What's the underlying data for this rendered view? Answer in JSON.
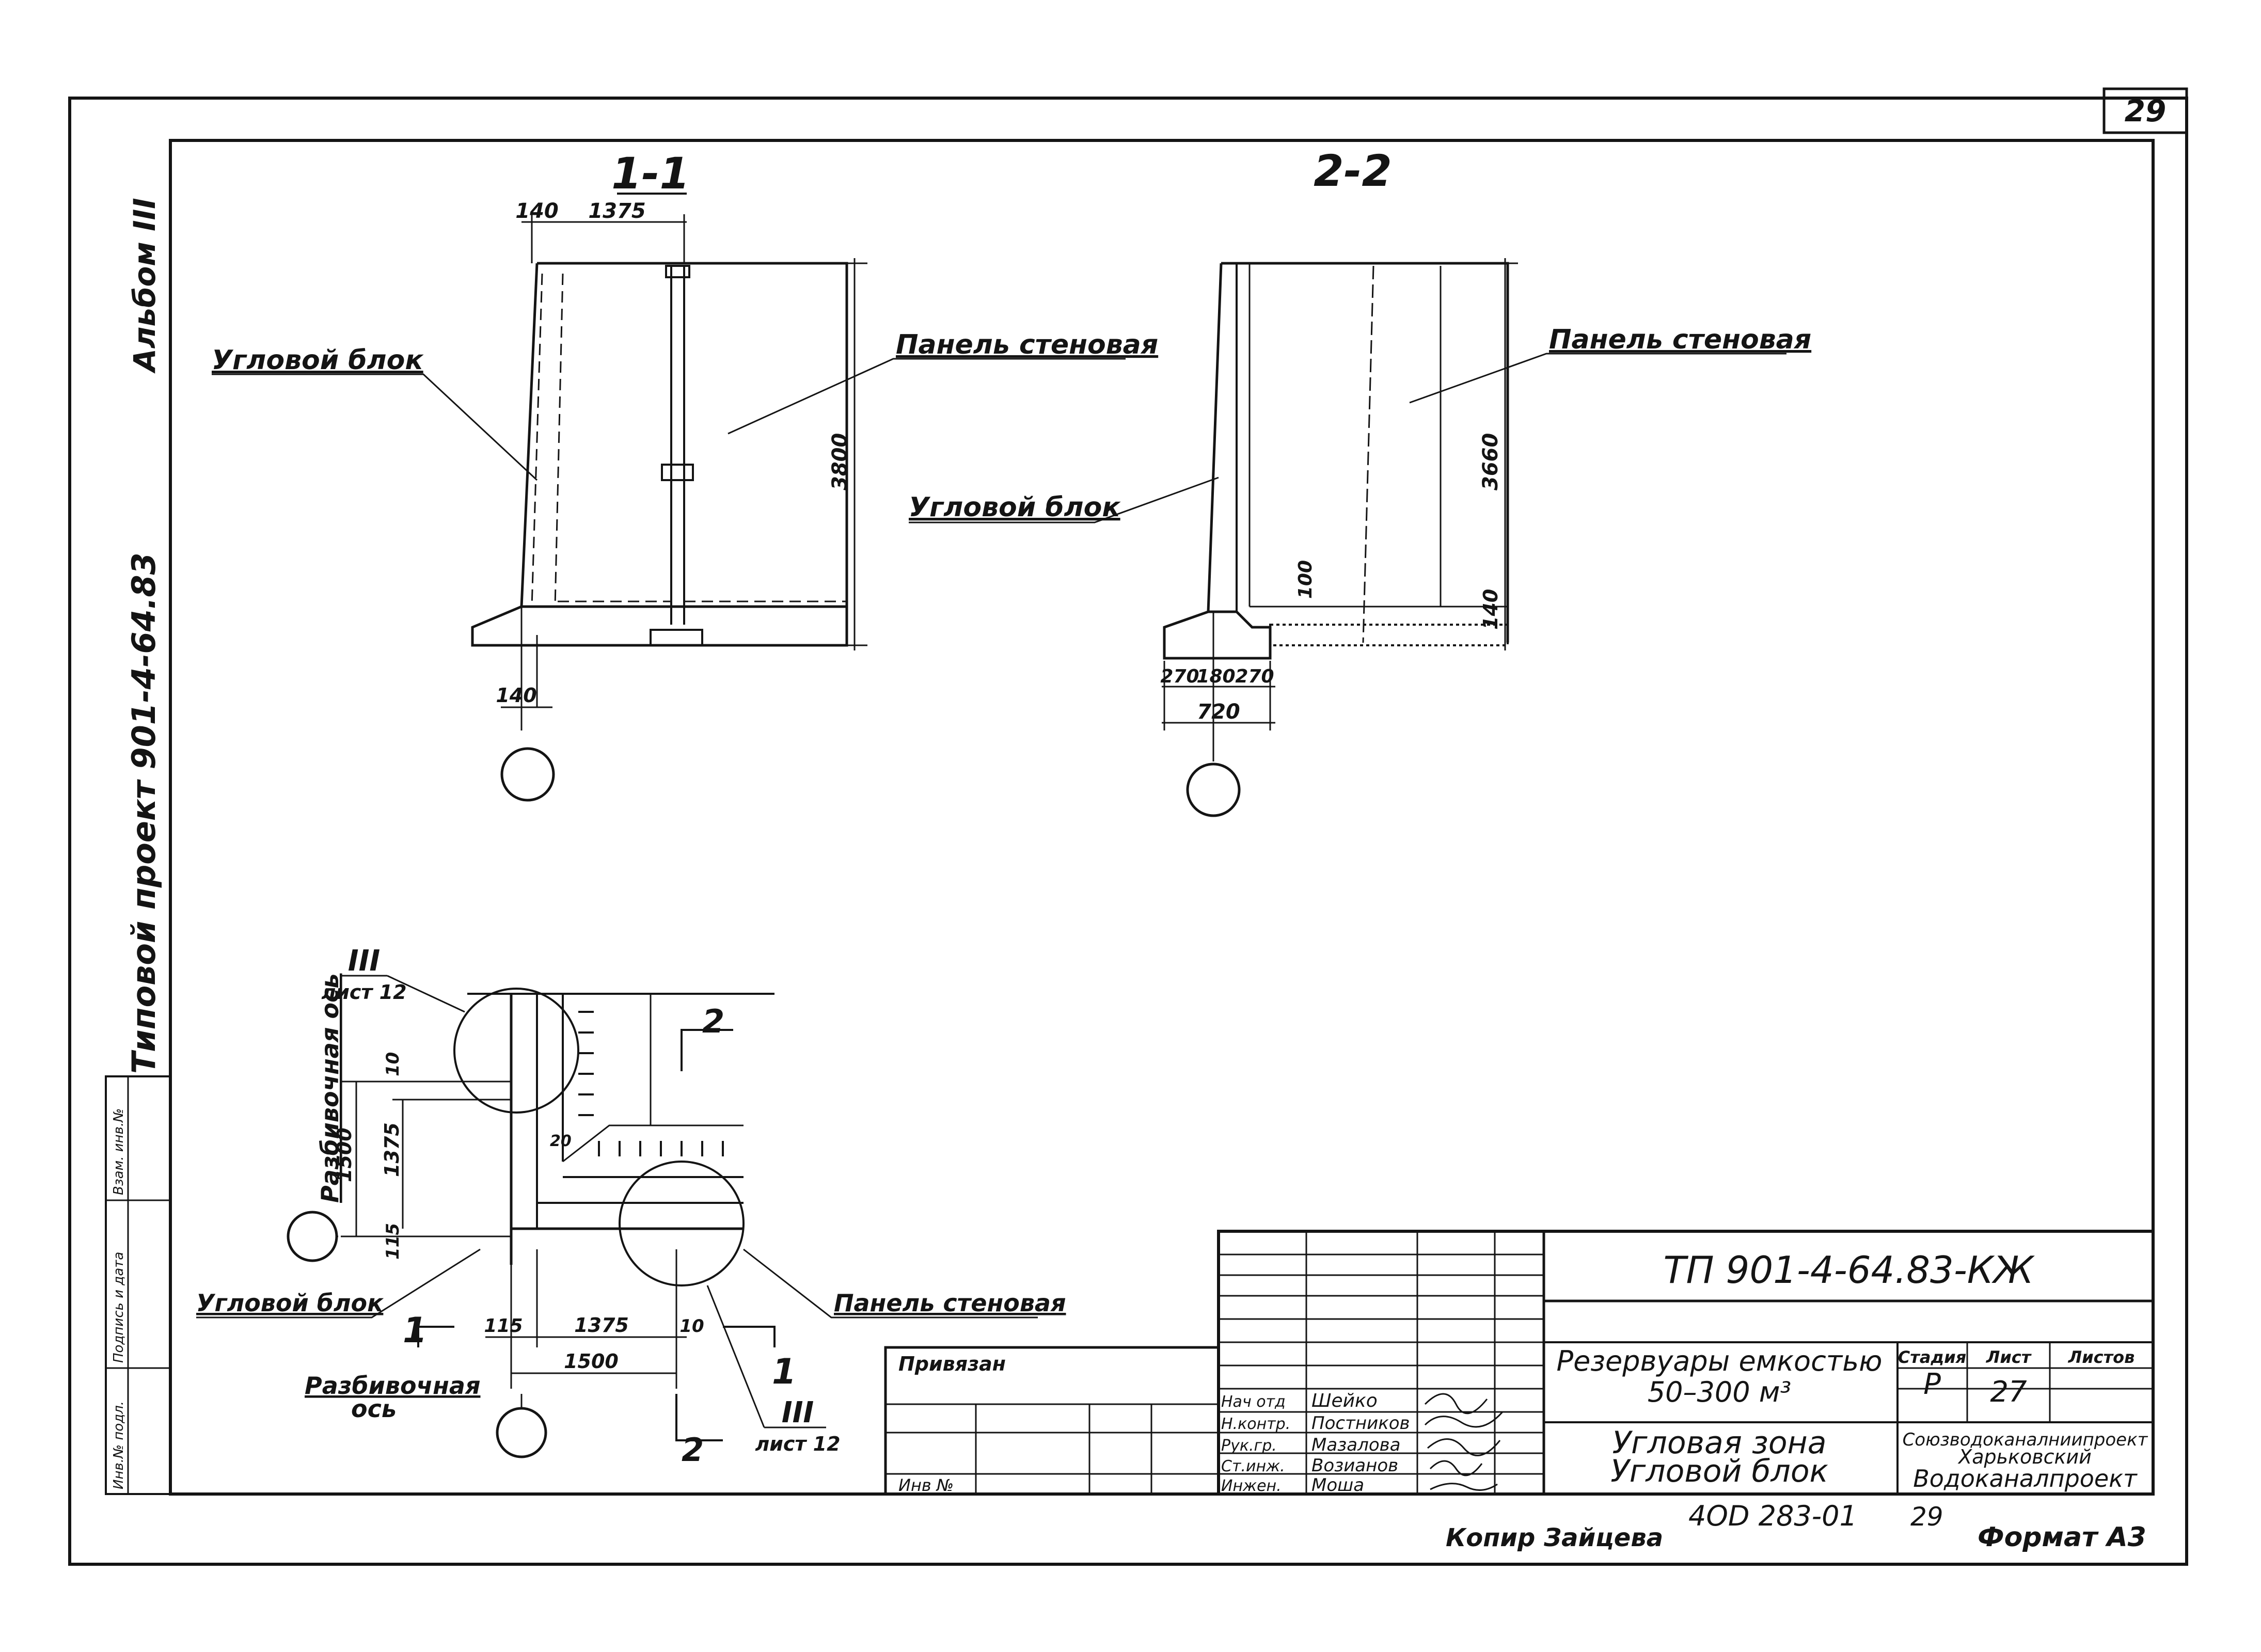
{
  "sheet": {
    "page_number": "29",
    "album": "Альбом III",
    "project_vertical": "Типовой проект 901-4-64.83",
    "side_stamp": [
      "Инв.№ подл.",
      "Подпись и дата",
      "Взам. инв.№"
    ]
  },
  "section_1": {
    "title": "1-1",
    "dim_top_a": "140",
    "dim_top_b": "1375",
    "dim_height": "3800",
    "dim_bottom": "140",
    "label_panel": "Панель стеновая",
    "label_corner": "Угловой блок"
  },
  "section_2": {
    "title": "2-2",
    "dim_height": "3660",
    "dim_base": "140",
    "dim_inner": "100",
    "dim_foot_a": "270",
    "dim_foot_b": "180",
    "dim_foot_c": "270",
    "dim_foot_total": "720",
    "label_panel": "Панель стеновая",
    "label_corner": "Угловой блок"
  },
  "plan": {
    "callout_top_num": "III",
    "callout_top_sheet": "лист 12",
    "callout_bot_num": "III",
    "callout_bot_sheet": "лист 12",
    "axis_label_v": "Разбивочная ось",
    "axis_label_h_1": "Разбивочная",
    "axis_label_h_2": "ось",
    "dim_v_total": "1500",
    "dim_v_inner": "1375",
    "dim_v_top": "10",
    "dim_v_bot": "115",
    "dim_h_a": "115",
    "dim_h_b": "1375",
    "dim_h_c": "10",
    "dim_h_total": "1500",
    "dim_note": "20",
    "label_corner": "Угловой блок",
    "label_panel": "Панель стеновая",
    "cut_1_left": "1",
    "cut_1_right": "1",
    "cut_2_top": "2",
    "cut_2_bottom": "2"
  },
  "title_block": {
    "code": "ТП 901-4-64.83-КЖ",
    "bound_label": "Привязан",
    "inv_label": "Инв № ",
    "roles": [
      "Нач отд",
      "Н.контр.",
      "Рук.гр.",
      "Ст.инж.",
      "Инжен."
    ],
    "names": [
      "Шейко",
      "Постников",
      "Мазалова",
      "Возианов",
      "Моша"
    ],
    "object_title_1": "Резервуары емкостью",
    "object_title_2": "50–300 м³",
    "sheet_title_1": "Угловая зона",
    "sheet_title_2": "Угловой блок",
    "stage_header": "Стадия",
    "sheet_header": "Лист",
    "sheets_header": "Листов",
    "stage": "Р",
    "sheet_no": "27",
    "org_1": "Союзводоканалниипроект",
    "org_2": "Харьковский",
    "org_3": "Водоканалпроект"
  },
  "footer": {
    "copier": "Копир Зайцева",
    "archive_no": "4OD 283-01",
    "page": "29",
    "format": "Формат А3"
  }
}
